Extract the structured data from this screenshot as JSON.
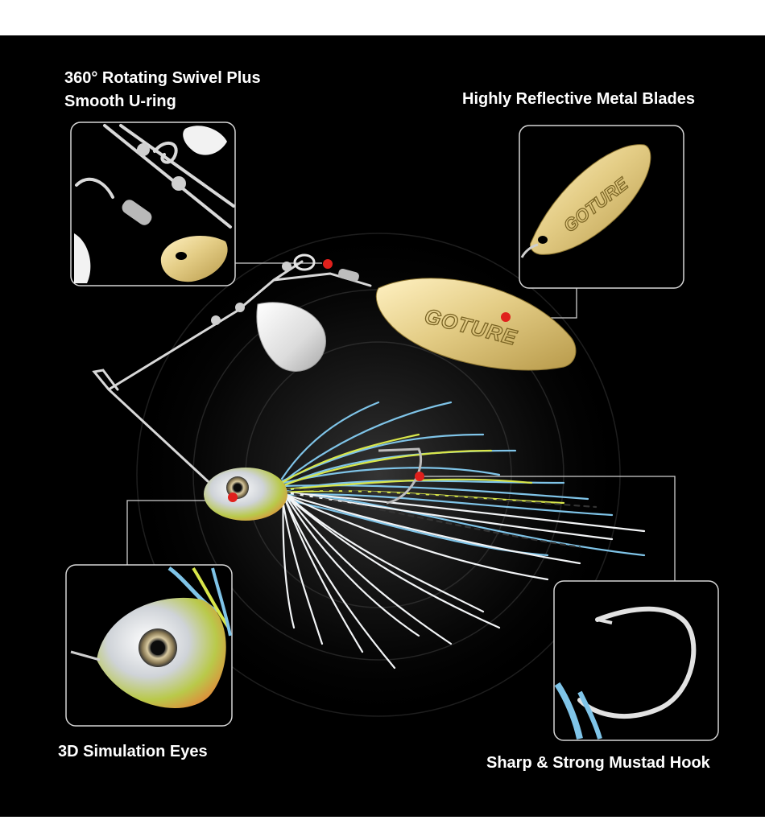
{
  "labels": {
    "swivel_line1": "360° Rotating Swivel Plus",
    "swivel_line2": "Smooth U-ring",
    "blades": "Highly Reflective Metal Blades",
    "eyes": "3D Simulation Eyes",
    "hook": "Sharp & Strong Mustad Hook"
  },
  "blade_brand": "GOTURE",
  "colors": {
    "background": "#000000",
    "page": "#ffffff",
    "text": "#ffffff",
    "marker": "#e0201c",
    "gold_blade": "#d9c27a",
    "silver_blade": "#e6e6e6",
    "skirt_blue": "#7fc4e8",
    "skirt_chartreuse": "#d8e64a",
    "skirt_white": "#f4f6f8"
  }
}
